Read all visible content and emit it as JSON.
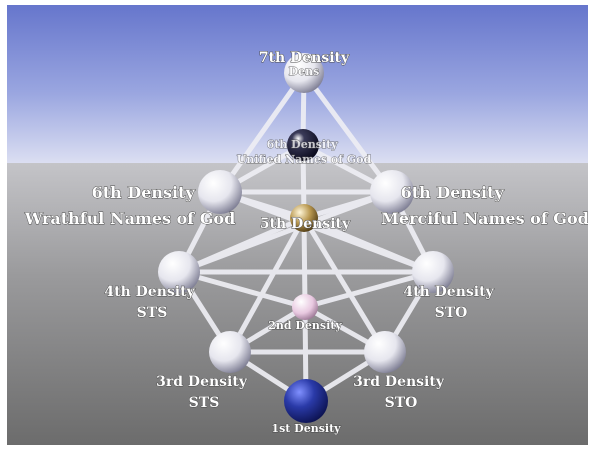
{
  "diagram": {
    "nodes": [
      {
        "id": "d7",
        "lines": [
          "7th Density"
        ]
      },
      {
        "id": "d7-ghost",
        "lines": [
          "Dens"
        ]
      },
      {
        "id": "d6-center",
        "lines": [
          "6th Density",
          "Unified Names of God"
        ]
      },
      {
        "id": "d6-left",
        "lines": [
          "6th Density",
          "Wrathful Names of God"
        ]
      },
      {
        "id": "d6-right",
        "lines": [
          "6th Density",
          "Merciful Names of God"
        ]
      },
      {
        "id": "d5",
        "lines": [
          "5th Density"
        ]
      },
      {
        "id": "d4-left",
        "lines": [
          "4th Density",
          "STS"
        ]
      },
      {
        "id": "d4-right",
        "lines": [
          "4th Density",
          "STO"
        ]
      },
      {
        "id": "d2",
        "lines": [
          "2nd Density"
        ]
      },
      {
        "id": "d3-left",
        "lines": [
          "3rd Density",
          "STS"
        ]
      },
      {
        "id": "d3-right",
        "lines": [
          "3rd Density",
          "STO"
        ]
      },
      {
        "id": "d1",
        "lines": [
          "1st Density"
        ]
      }
    ]
  },
  "colors": {
    "sky_top": "#6f7fd0",
    "sky_horizon": "#d8dcf0",
    "floor": "#8f8f8f",
    "beam": "#e8e8ee",
    "sphere_white": "#f4f4f8",
    "sphere_dark": "#15152a",
    "sphere_gold": "#c9a85a",
    "sphere_pink": "#e8c8e0",
    "sphere_blue": "#1e2a8c"
  }
}
